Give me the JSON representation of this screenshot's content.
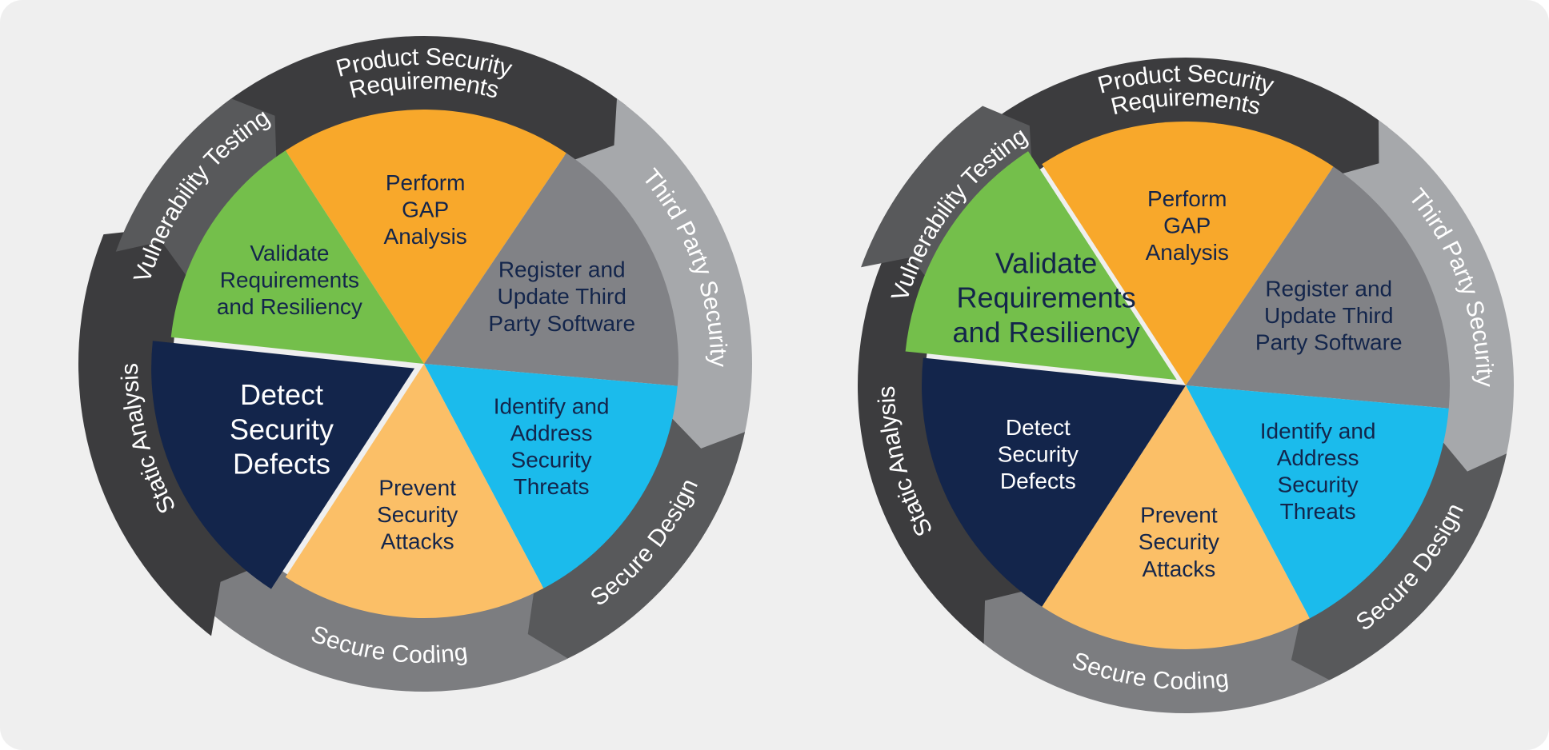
{
  "colors": {
    "background": "#efefef",
    "ring_dark": "#3c3c3e",
    "ring_mid": "#58595b",
    "ring_gray": "#7c7d80",
    "ring_light": "#a6a8ab",
    "orange": "#f8a82b",
    "light_orange": "#fbbf67",
    "green": "#74bf4b",
    "navy": "#13254b",
    "cyan": "#1bbbec",
    "slate": "#818286",
    "white": "#ffffff"
  },
  "diagrams": [
    {
      "id": "left",
      "ring": [
        {
          "key": "product",
          "label": "Product Security Requirements",
          "lines": [
            "Product Security",
            "Requirements"
          ]
        },
        {
          "key": "third",
          "label": "Third Party Security",
          "lines": [
            "Third Party Security"
          ]
        },
        {
          "key": "design",
          "label": "Secure Design",
          "lines": [
            "Secure Design"
          ]
        },
        {
          "key": "coding",
          "label": "Secure Coding",
          "lines": [
            "Secure Coding"
          ]
        },
        {
          "key": "static",
          "label": "Static Analysis",
          "lines": [
            "Static Analysis"
          ]
        },
        {
          "key": "vuln",
          "label": "Vulnerability Testing",
          "lines": [
            "Vulnerability Testing"
          ]
        }
      ],
      "segments": [
        {
          "key": "gap",
          "lines": [
            "Perform",
            "GAP",
            "Analysis"
          ]
        },
        {
          "key": "register",
          "lines": [
            "Register and",
            "Update Third",
            "Party Software"
          ]
        },
        {
          "key": "identify",
          "lines": [
            "Identify and",
            "Address",
            "Security",
            "Threats"
          ]
        },
        {
          "key": "prevent",
          "lines": [
            "Prevent",
            "Security",
            "Attacks"
          ]
        },
        {
          "key": "detect",
          "lines": [
            "Detect",
            "Security",
            "Defects"
          ]
        },
        {
          "key": "validate",
          "lines": [
            "Validate",
            "Requirements",
            "and Resiliency"
          ]
        }
      ],
      "highlight": "detect"
    },
    {
      "id": "right",
      "ring": [
        {
          "key": "product",
          "label": "Product Security Requirements",
          "lines": [
            "Product Security",
            "Requirements"
          ]
        },
        {
          "key": "third",
          "label": "Third Party Security",
          "lines": [
            "Third Party Security"
          ]
        },
        {
          "key": "design",
          "label": "Secure Design",
          "lines": [
            "Secure Design"
          ]
        },
        {
          "key": "coding",
          "label": "Secure Coding",
          "lines": [
            "Secure Coding"
          ]
        },
        {
          "key": "static",
          "label": "Static Analysis",
          "lines": [
            "Static Analysis"
          ]
        },
        {
          "key": "vuln",
          "label": "Vulnerability Testing",
          "lines": [
            "Vulnerability Testing"
          ]
        }
      ],
      "segments": [
        {
          "key": "gap",
          "lines": [
            "Perform",
            "GAP",
            "Analysis"
          ]
        },
        {
          "key": "register",
          "lines": [
            "Register and",
            "Update Third",
            "Party Software"
          ]
        },
        {
          "key": "identify",
          "lines": [
            "Identify and",
            "Address",
            "Security",
            "Threats"
          ]
        },
        {
          "key": "prevent",
          "lines": [
            "Prevent",
            "Security",
            "Attacks"
          ]
        },
        {
          "key": "detect",
          "lines": [
            "Detect",
            "Security",
            "Defects"
          ]
        },
        {
          "key": "validate",
          "lines": [
            "Validate",
            "Requirements",
            "and Resiliency"
          ]
        }
      ],
      "highlight": "validate"
    }
  ]
}
